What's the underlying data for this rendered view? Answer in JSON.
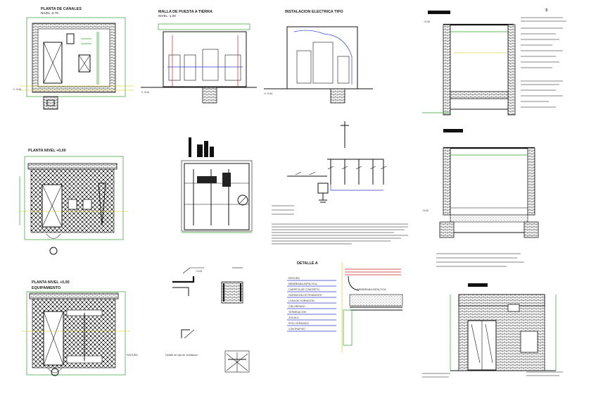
{
  "plans": {
    "canales_title": "PLANTA DE CANALES",
    "canales_sub": "NIVEL -0.70",
    "n000_title": "PLANTA NIVEL +0,00",
    "equipo_title": "PLANTA NIVEL +0,00",
    "equipo_sub": "EQUIPAMIENTO"
  },
  "elevations": {
    "malla_title": "MALLA DE PUESTA A TIERRA",
    "malla_sub": "NIVEL -1,00",
    "electrica_title": "INSTALACION ELECTRICA TIPO"
  },
  "details": {
    "detalle_a": "DETALLE A",
    "detalle_label": "Detalle de reja de ventilacion",
    "sheet_number": "3",
    "level_top": "+3,50",
    "level_zero": "+0,00",
    "level_mid": "+3,00"
  },
  "labels": {
    "nm": "+/- N.M.",
    "layers": [
      "PINTURA",
      "MEMBRANA ASFALTICA",
      "CARPETA DE CONCRETO",
      "HORMIGON DE PENDIENTE",
      "LOSA DE HORMIGON",
      "CIELORRASO",
      "TERMINACION",
      "ZOCALO",
      "PISO CERAMICO",
      "CONTRAPISO"
    ],
    "membrana": "MEMBRANA ASFALTICA"
  },
  "colors": {
    "wall": "#111111",
    "dimension": "#2fa32f",
    "axis": "#d8c300",
    "electric": "#2a3fd0",
    "red": "#d02020",
    "detail_band": "#c020c0"
  }
}
